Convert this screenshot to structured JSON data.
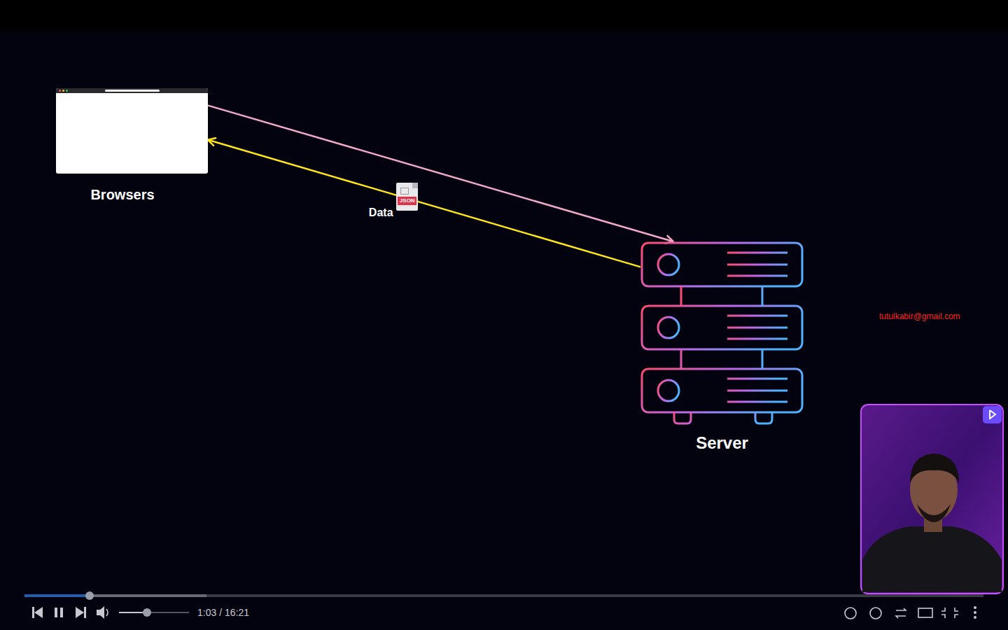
{
  "diagram": {
    "nodes": [
      {
        "text": [
          "Browsers"
        ]
      },
      {
        "text": [
          "Server"
        ]
      }
    ],
    "edges": [
      {
        "from": 0,
        "to": 1,
        "arrow": "to"
      },
      {
        "from": 1,
        "to": 0,
        "label": "Data",
        "arrow": "to"
      }
    ],
    "labels": [
      "JSON",
      "tutulkabir@gmail.com",
      "1:03 / 16:21"
    ]
  }
}
